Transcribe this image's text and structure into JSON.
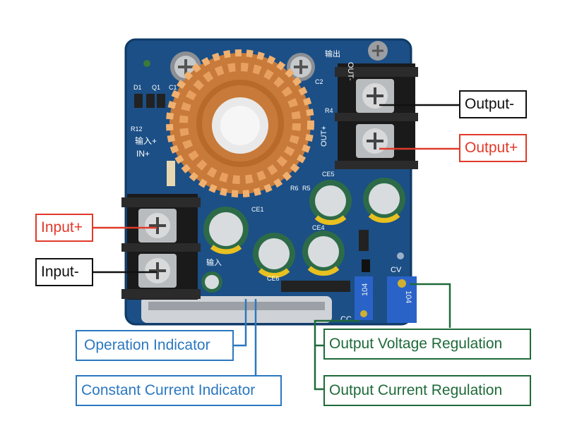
{
  "labels": {
    "output_minus": "Output-",
    "output_plus": "Output+",
    "input_plus": "Input+",
    "input_minus": "Input-",
    "operation_indicator": "Operation Indicator",
    "constant_current_indicator": "Constant Current Indicator",
    "output_voltage_regulation": "Output Voltage Regulation",
    "output_current_regulation": "Output Current Regulation"
  },
  "silkscreen": {
    "out_minus": "OUT-",
    "out_plus": "OUT+",
    "output_cn": "输出",
    "input_cn": "输入",
    "input_plus_cn": "输入+",
    "in_plus": "IN+",
    "cv": "CV",
    "cc": "CC",
    "d1": "D1",
    "q1": "Q1",
    "c1": "C1",
    "c2": "C2",
    "r12": "R12",
    "r4": "R4",
    "r5": "R5",
    "r6": "R6",
    "ce1": "CE1",
    "ce4": "CE4",
    "ce5": "CE5",
    "ce6": "CE6",
    "trimmer_value": "104"
  },
  "colors": {
    "pcb": "#1b4f86",
    "black_line": "#111111",
    "red": "#e03a2a",
    "blue": "#2b78c0",
    "green": "#1f6a3a",
    "copper": "#d98a45"
  }
}
